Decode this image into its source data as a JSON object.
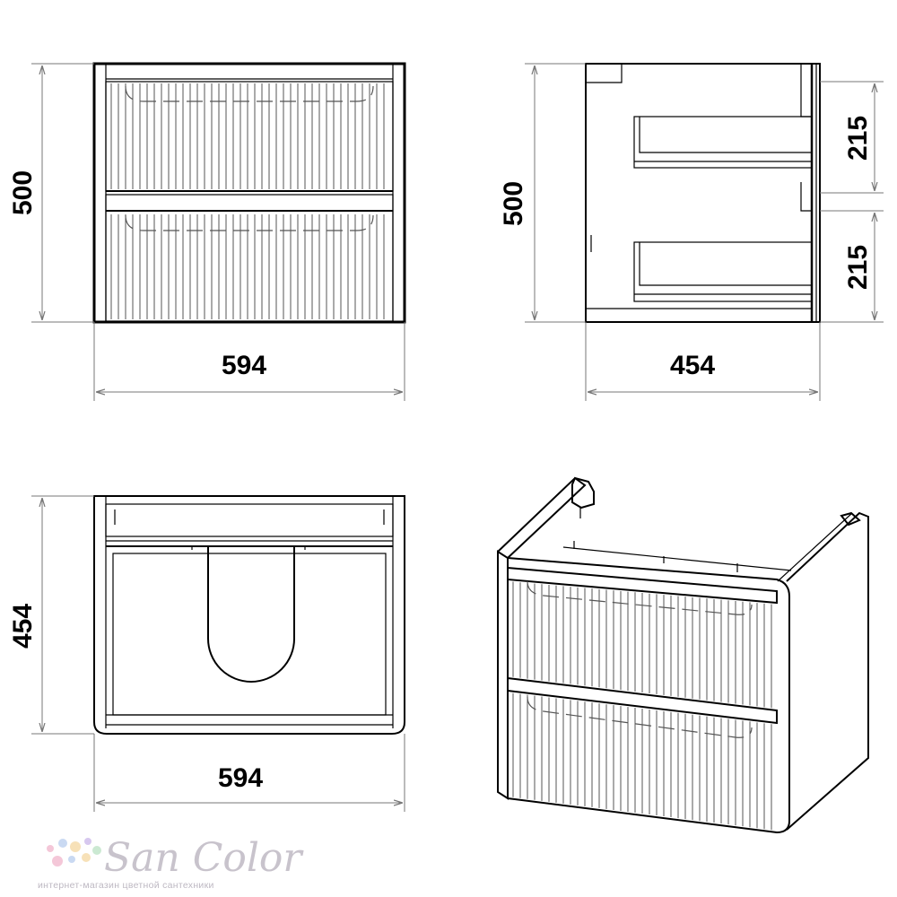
{
  "dimensions": {
    "front_width": "594",
    "front_height": "500",
    "side_height": "500",
    "side_depth": "454",
    "drawer_upper": "215",
    "drawer_lower": "215",
    "plan_depth": "454",
    "plan_width": "594"
  },
  "logo": {
    "name": "San Color",
    "tagline": "интернет-магазин цветной сантехники",
    "dot_colors": [
      "#f4c7d8",
      "#c9d9f2",
      "#f7e1b8",
      "#d7c8ef",
      "#cbe9d2"
    ]
  }
}
